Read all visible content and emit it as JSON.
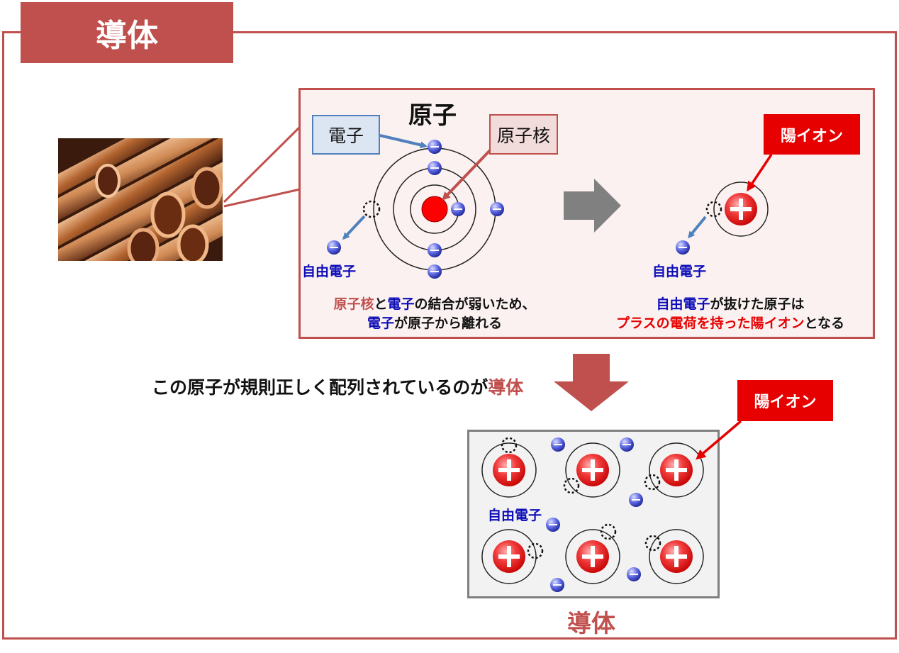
{
  "title": "導体",
  "atom_panel": {
    "heading": "原子",
    "electron_callout": "電子",
    "nucleus_callout": "原子核",
    "free_electron_left": "自由電子",
    "free_electron_right": "自由電子",
    "ion_label": "陽イオン",
    "caption_left": {
      "part1": "原子核",
      "part2": "と",
      "part3": "電子",
      "part4": "の結合が弱いため、",
      "line2_part1": "電子",
      "line2_part2": "が原子から離れる"
    },
    "caption_right": {
      "part1": "自由電子",
      "part2": "が抜けた原子は",
      "line2_part1": "プラスの電荷を持った陽イオン",
      "line2_part2": "となる"
    }
  },
  "arrangement_text": {
    "part1": "この原子が規則正しく配列されているのが",
    "part2": "導体"
  },
  "conductor_panel": {
    "ion_label": "陽イオン",
    "free_electron_label": "自由電子",
    "caption": "導体"
  },
  "colors": {
    "accent": "#c0504d",
    "ion_red": "#e60000",
    "electron_blue": "#0d0db8",
    "callout_blue": "#4f81bd",
    "arrow_gray": "#808080"
  },
  "icons": {
    "electron": "minus-circle-icon",
    "positive_ion": "plus-circle-icon",
    "vacancy": "dotted-circle-icon"
  }
}
